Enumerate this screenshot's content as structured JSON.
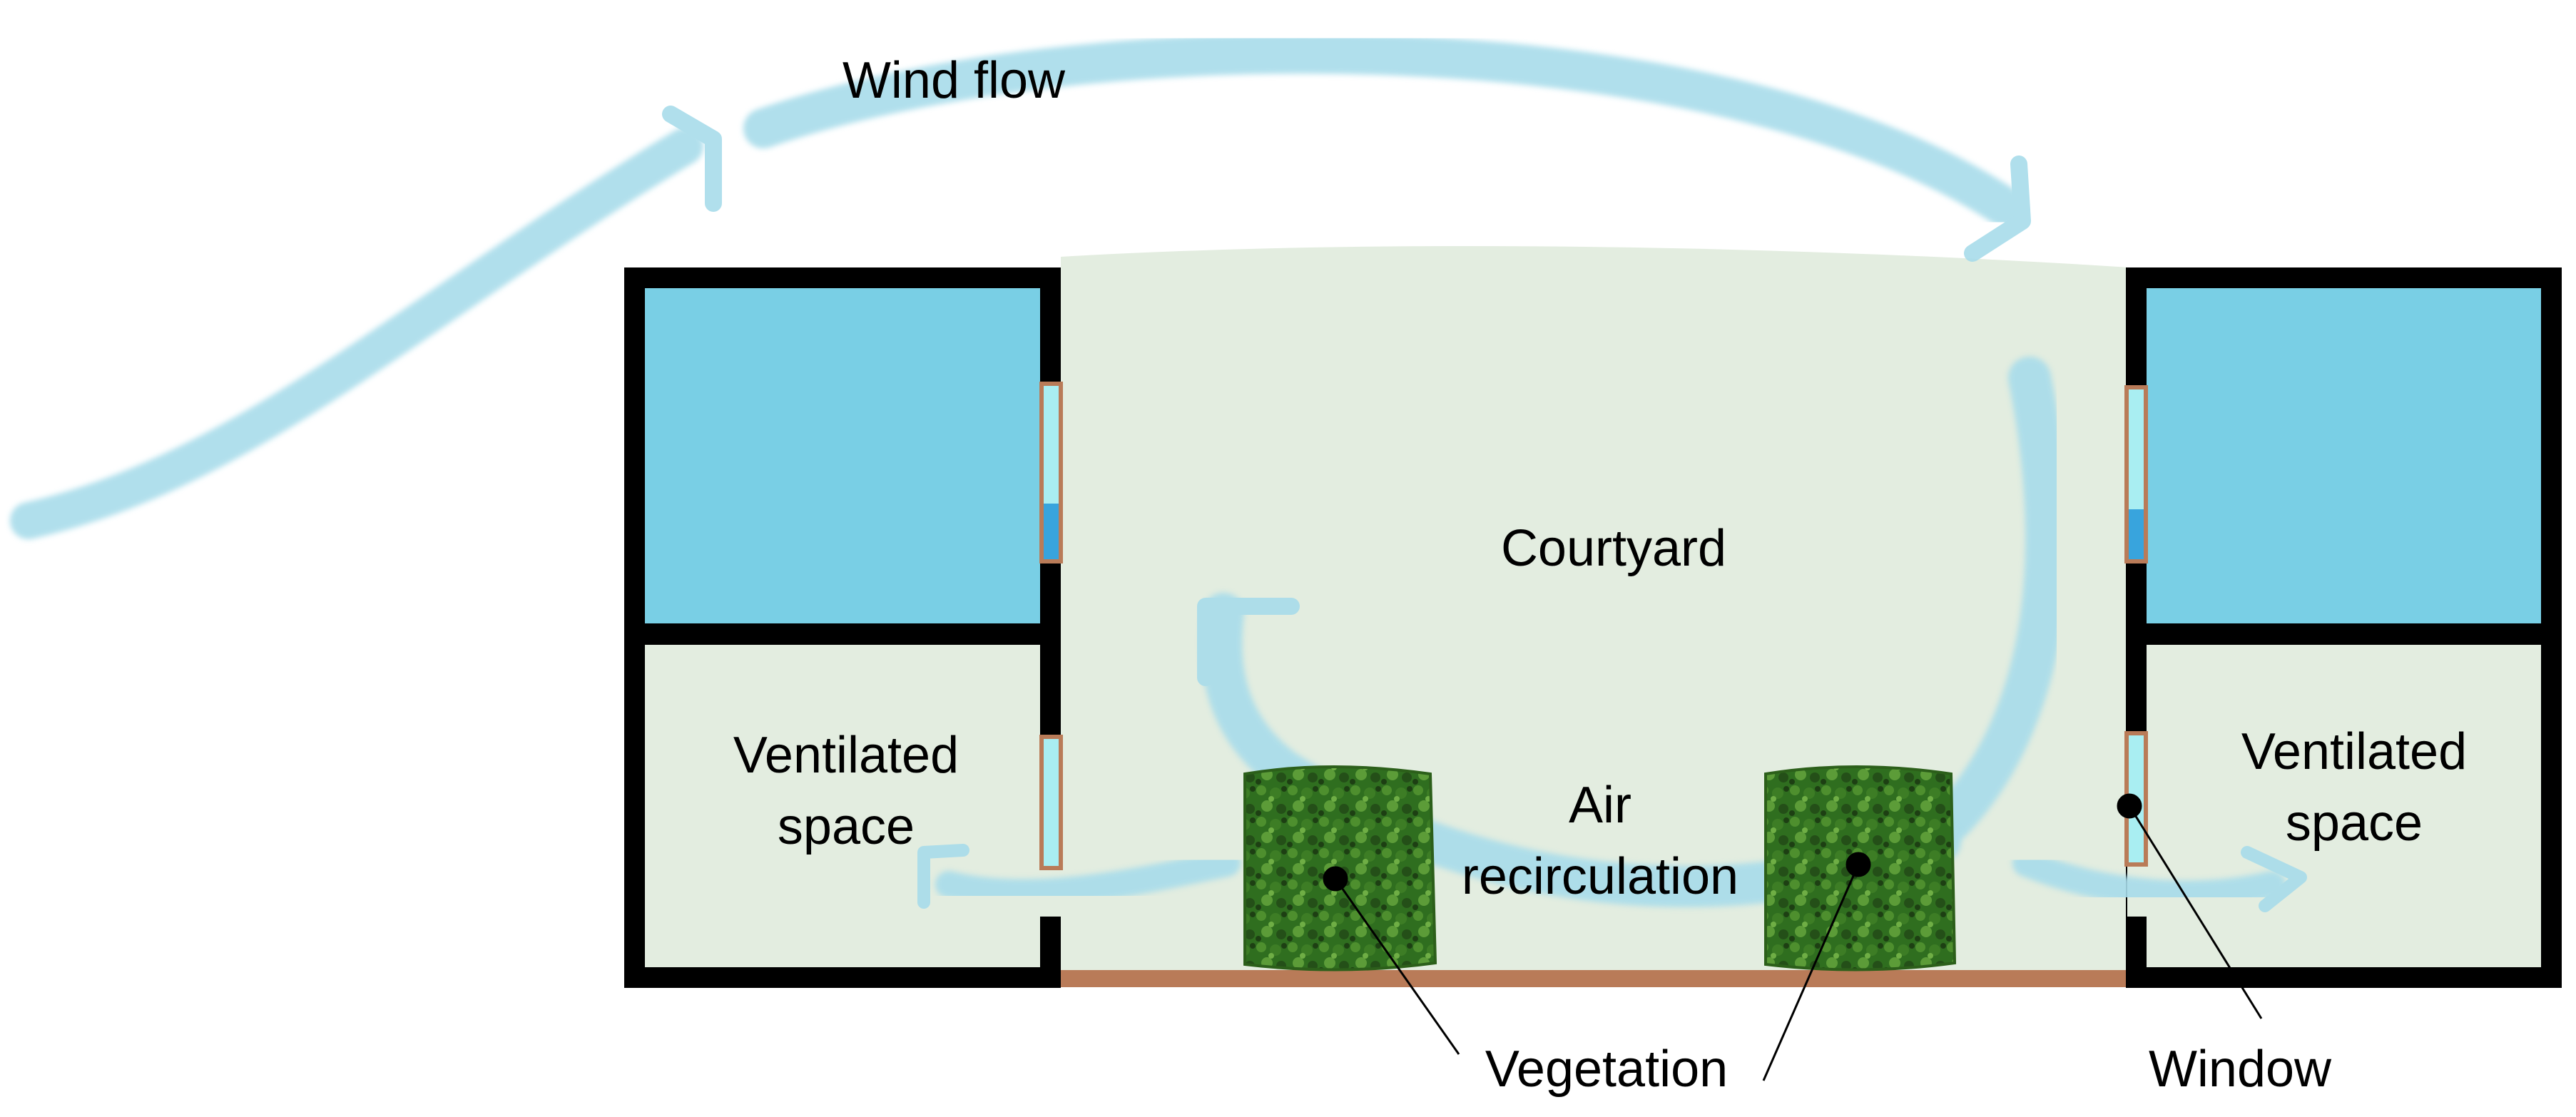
{
  "labels": {
    "wind_flow": "Wind flow",
    "courtyard": "Courtyard",
    "ventilated_space_left_line1": "Ventilated",
    "ventilated_space_left_line2": "space",
    "ventilated_space_right_line1": "Ventilated",
    "ventilated_space_right_line2": "space",
    "air_recirculation_line1": "Air",
    "air_recirculation_line2": "recirculation",
    "vegetation": "Vegetation",
    "window": "Window"
  },
  "colors": {
    "wall": "#000000",
    "upper_room": "#79cfe5",
    "ventilated_room": "#e3ede0",
    "courtyard": "#e3ede0",
    "ground": "#b97b58",
    "air_flow": "#a7dcea",
    "window_frame": "#b97b58",
    "window_glass": "#a9eef2",
    "window_glass_dark": "#38a4dd",
    "hedge": "#2f6e1f"
  },
  "icons": {
    "vegetation_left": "hedge-icon",
    "vegetation_right": "hedge-icon"
  }
}
